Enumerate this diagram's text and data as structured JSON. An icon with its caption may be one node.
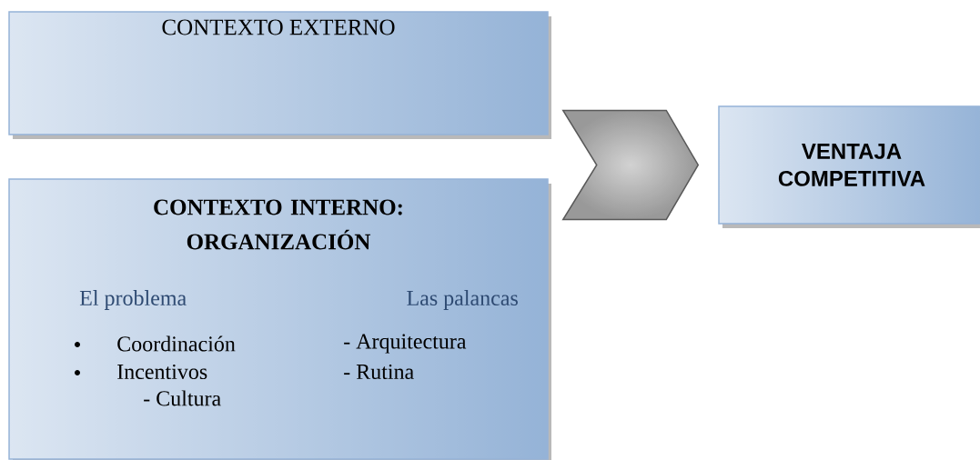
{
  "diagram": {
    "nodes": [
      {
        "text": [
          "CONTEXTO EXTERNO"
        ]
      },
      {
        "text": [
          "CONTEXTO INTERNO: ORGANIZACIÓN",
          "El problema",
          "Las palancas",
          "Coordinación",
          "Incentivos",
          "- Cultura",
          "- Arquitectura",
          "- Rutina"
        ]
      },
      {
        "text": [
          "VENTAJA COMPETITIVA"
        ]
      }
    ],
    "edges": [
      {
        "from": 0,
        "to": 2,
        "arrow": "to"
      },
      {
        "from": 1,
        "to": 2,
        "arrow": "to"
      }
    ]
  }
}
